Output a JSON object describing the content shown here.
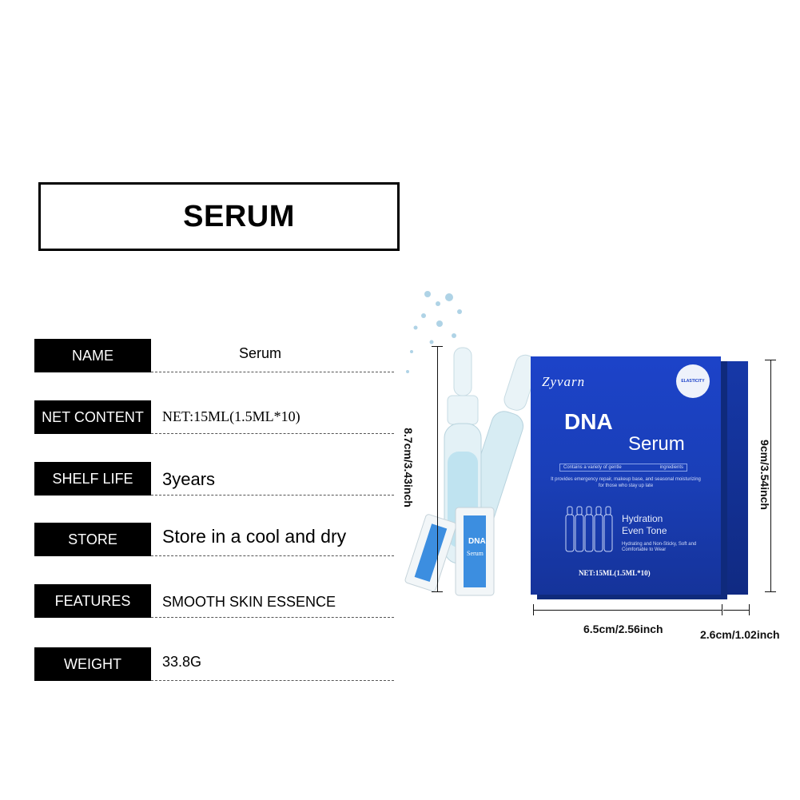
{
  "title": "SERUM",
  "specs": [
    {
      "label": "NAME",
      "value": "Serum"
    },
    {
      "label": "NET  CONTENT",
      "value": "NET:15ML(1.5ML*10)"
    },
    {
      "label": "SHELF LIFE",
      "value": "3years"
    },
    {
      "label": "STORE",
      "value": "Store in a cool and dry"
    },
    {
      "label": "FEATURES",
      "value": "SMOOTH SKIN ESSENCE"
    },
    {
      "label": "WEIGHT",
      "value": "33.8G"
    }
  ],
  "dimensions": {
    "ampoule_height": "8.7cm/3.43inch",
    "box_height": "9cm/3.54inch",
    "box_width": "6.5cm/2.56inch",
    "box_depth": "2.6cm/1.02inch"
  },
  "package": {
    "brand": "Zyvarn",
    "product_line1": "DNA",
    "product_line2": "Serum",
    "tag_left": "Contains a variety of gentle",
    "tag_right": "ingredients",
    "description": "It provides emergency repair, makeup base, and seasonal moisturizing for those who stay up late",
    "benefit1": "Hydration",
    "benefit2": "Even Tone",
    "small_text": "Hydrating and Non-Sticky, Soft and Comfortable to Wear",
    "net": "NET:15ML(1.5ML*10)",
    "badge": "ELASTICITY",
    "sachet_line1": "DNA",
    "sachet_line2": "Serum"
  },
  "colors": {
    "box_blue": "#1c43c9",
    "label_bg": "#000000",
    "liquid": "#bfe3f0"
  }
}
